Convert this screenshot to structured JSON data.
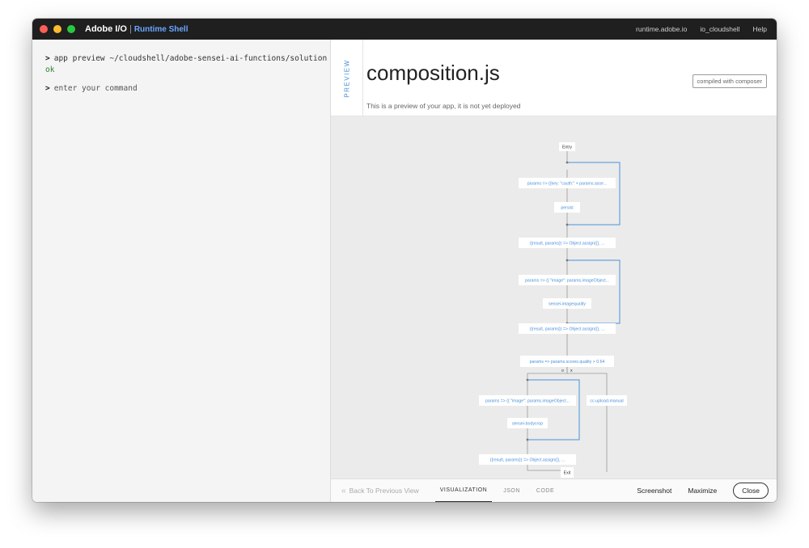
{
  "window": {
    "brand": "Adobe I/O",
    "brand_separator": "|",
    "product": "Runtime Shell",
    "nav": [
      "runtime.adobe.io",
      "io_cloudshell",
      "Help"
    ]
  },
  "terminal": {
    "prompt": ">",
    "command": "app preview ~/cloudshell/adobe-sensei-ai-functions/solution",
    "output": "ok",
    "input_placeholder": "enter your command"
  },
  "preview": {
    "tab_label": "PREVIEW",
    "title": "composition.js",
    "subtitle": "This is a preview of your app, it is not yet deployed",
    "badge": "compiled with composer"
  },
  "graph": {
    "entry": "Entry",
    "node1": "params => ({key: \"cauth:\" + params.asse...",
    "node2": "persist",
    "node3": "({result, params}) => Object.assign({}, ...",
    "node4": "params => ({ \"image\": params.imageObject...",
    "node5": "sensei-imagequality",
    "node6": "({result, params}) => Object.assign({}, ...",
    "node7": "params => params.scores.quality > 0.64",
    "branch_false": "o",
    "branch_true": "x",
    "node8": "params => ({ \"image\": params.imageObject...",
    "node9": "cc-upload-manual",
    "node10": "sensei-bodycrop",
    "node11": "({result, params}) => Object.assign({}, ...",
    "exit": "Exit"
  },
  "bottombar": {
    "back": "Back To Previous View",
    "tabs": [
      "VISUALIZATION",
      "JSON",
      "CODE"
    ],
    "active_tab": "VISUALIZATION",
    "screenshot": "Screenshot",
    "maximize": "Maximize",
    "close": "Close"
  },
  "colors": {
    "accent": "#4a90d9",
    "titlebar": "#1f1f1f",
    "ok": "#2e7d32"
  }
}
